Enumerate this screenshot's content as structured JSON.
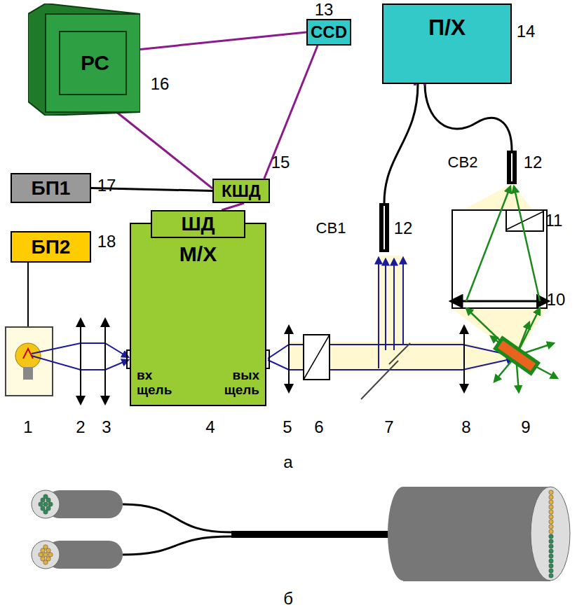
{
  "diagram": {
    "nodes": [
      {
        "text": [
          "РС"
        ]
      },
      {
        "text": [
          "CCD"
        ]
      },
      {
        "text": [
          "П/Х"
        ]
      },
      {
        "text": [
          "БП1"
        ]
      },
      {
        "text": [
          "КШД"
        ]
      },
      {
        "text": [
          "БП2"
        ]
      },
      {
        "text": [
          "М/Х",
          "вх щель",
          "вых щель"
        ]
      },
      {
        "text": [
          "ШД"
        ]
      }
    ],
    "edges": [
      {
        "from": 0,
        "to": 1,
        "arrow": "none"
      },
      {
        "from": 0,
        "to": 4,
        "arrow": "none"
      },
      {
        "from": 4,
        "to": 1,
        "arrow": "none"
      },
      {
        "from": 3,
        "to": 4,
        "arrow": "none"
      },
      {
        "from": 4,
        "to": 7,
        "arrow": "none"
      }
    ],
    "labels": [
      "13",
      "14",
      "16",
      "15",
      "17",
      "18",
      "СВ1",
      "12",
      "СВ2",
      "12",
      "11",
      "10",
      "1",
      "2",
      "3",
      "4",
      "5",
      "6",
      "7",
      "8",
      "9",
      "а",
      "б"
    ]
  }
}
